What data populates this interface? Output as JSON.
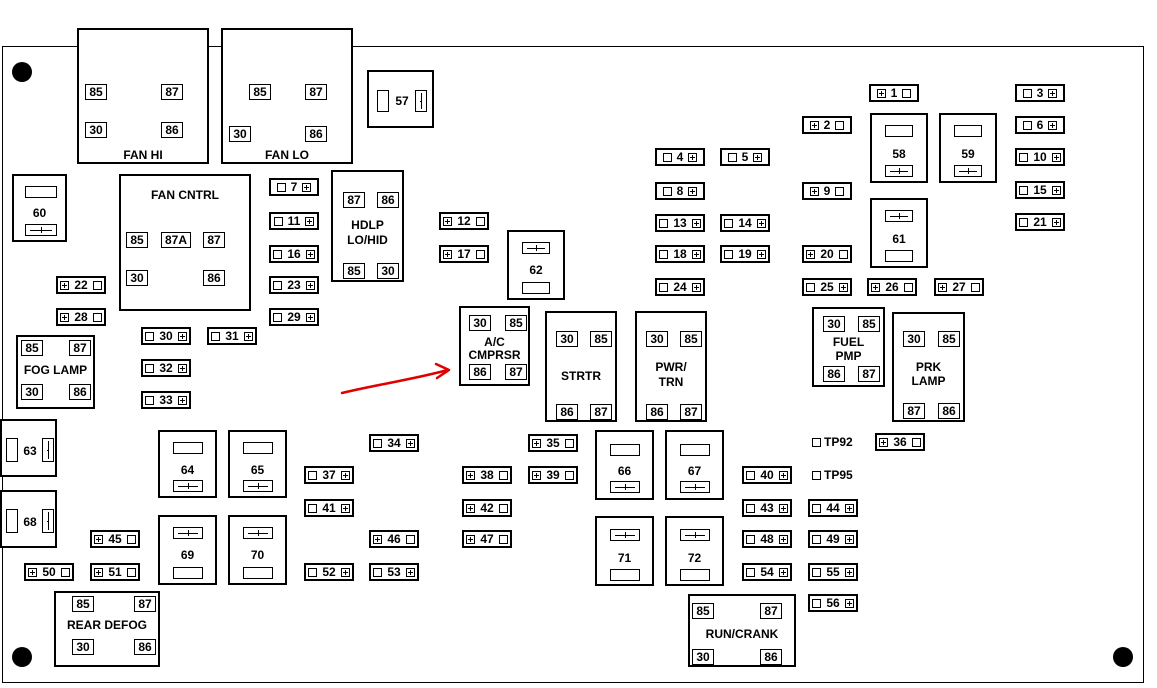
{
  "board": {
    "relays": [
      {
        "id": "fan_hi",
        "name": "FAN HI",
        "pins": [
          "85",
          "87",
          "30",
          "86"
        ]
      },
      {
        "id": "fan_lo",
        "name": "FAN LO",
        "pins": [
          "85",
          "87",
          "30",
          "86"
        ]
      },
      {
        "id": "fan_cntrl",
        "name": "FAN CNTRL",
        "pins": [
          "85",
          "87A",
          "87",
          "30",
          "86"
        ]
      },
      {
        "id": "hdlp",
        "name_line1": "HDLP",
        "name_line2": "LO/HID",
        "pins": [
          "87",
          "86",
          "85",
          "30"
        ]
      },
      {
        "id": "fog_lamp",
        "name": "FOG LAMP",
        "pins": [
          "85",
          "87",
          "30",
          "86"
        ]
      },
      {
        "id": "ac_cmprsr",
        "name_line1": "A/C",
        "name_line2": "CMPRSR",
        "pins": [
          "30",
          "85",
          "86",
          "87"
        ]
      },
      {
        "id": "strtr",
        "name": "STRTR",
        "pins": [
          "30",
          "85",
          "86",
          "87"
        ]
      },
      {
        "id": "pwr_trn",
        "name_line1": "PWR/",
        "name_line2": "TRN",
        "pins": [
          "30",
          "85",
          "86",
          "87"
        ]
      },
      {
        "id": "fuel_pmp",
        "name_line1": "FUEL",
        "name_line2": "PMP",
        "pins": [
          "30",
          "85",
          "86",
          "87"
        ]
      },
      {
        "id": "prk_lamp",
        "name_line1": "PRK",
        "name_line2": "LAMP",
        "pins": [
          "30",
          "85",
          "87",
          "86"
        ]
      },
      {
        "id": "rear_defog",
        "name": "REAR DEFOG",
        "pins": [
          "85",
          "87",
          "30",
          "86"
        ]
      },
      {
        "id": "run_crank",
        "name": "RUN/CRANK",
        "pins": [
          "85",
          "87",
          "30",
          "86"
        ]
      }
    ],
    "fuses": {
      "f1": "1",
      "f2": "2",
      "f3": "3",
      "f4": "4",
      "f5": "5",
      "f6": "6",
      "f7": "7",
      "f8": "8",
      "f9": "9",
      "f10": "10",
      "f11": "11",
      "f12": "12",
      "f13": "13",
      "f14": "14",
      "f15": "15",
      "f16": "16",
      "f17": "17",
      "f18": "18",
      "f19": "19",
      "f20": "20",
      "f21": "21",
      "f22": "22",
      "f23": "23",
      "f24": "24",
      "f25": "25",
      "f26": "26",
      "f27": "27",
      "f28": "28",
      "f29": "29",
      "f30": "30",
      "f31": "31",
      "f32": "32",
      "f33": "33",
      "f34": "34",
      "f35": "35",
      "f36": "36",
      "f37": "37",
      "f38": "38",
      "f39": "39",
      "f40": "40",
      "f41": "41",
      "f42": "42",
      "f43": "43",
      "f44": "44",
      "f45": "45",
      "f46": "46",
      "f47": "47",
      "f48": "48",
      "f49": "49",
      "f50": "50",
      "f51": "51",
      "f52": "52",
      "f53": "53",
      "f54": "54",
      "f55": "55",
      "f56": "56"
    },
    "cartridges": {
      "c57": "57",
      "c58": "58",
      "c59": "59",
      "c60": "60",
      "c61": "61",
      "c62": "62",
      "c63": "63",
      "c64": "64",
      "c65": "65",
      "c66": "66",
      "c67": "67",
      "c68": "68",
      "c69": "69",
      "c70": "70",
      "c71": "71",
      "c72": "72"
    },
    "test_points": {
      "tp92": "TP92",
      "tp95": "TP95"
    },
    "annotation_color": "#e00000"
  }
}
